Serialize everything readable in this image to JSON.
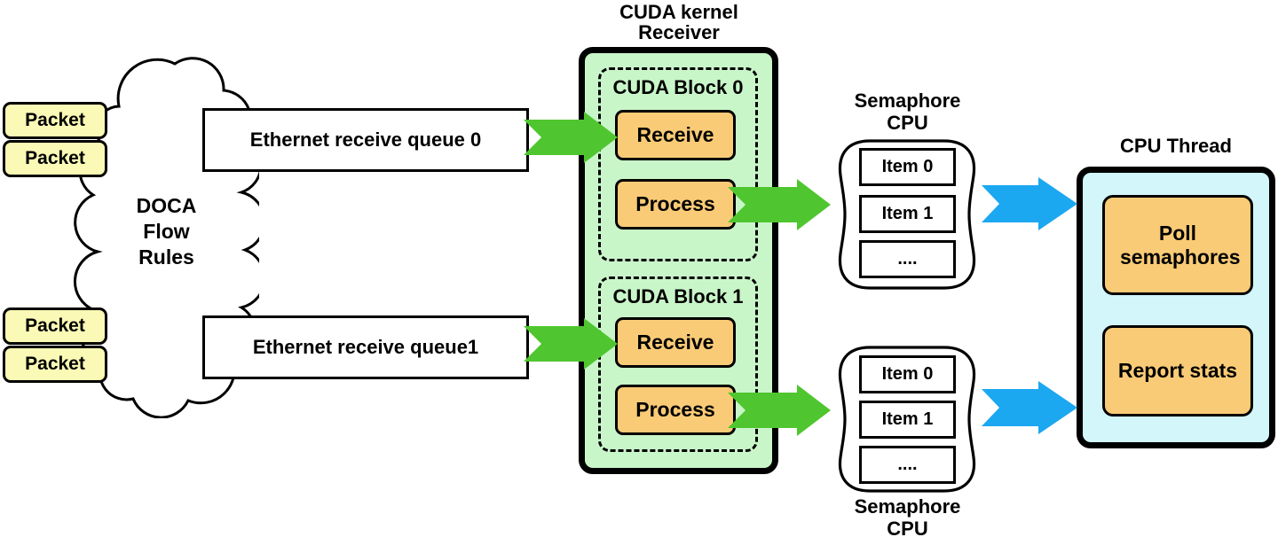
{
  "cloud": {
    "lines": [
      "DOCA",
      "Flow",
      "Rules"
    ]
  },
  "packets": [
    "Packet",
    "Packet",
    "Packet",
    "Packet"
  ],
  "queues": [
    {
      "label": "Ethernet receive queue 0"
    },
    {
      "label": "Ethernet receive queue1"
    }
  ],
  "kernel": {
    "title_lines": [
      "CUDA kernel",
      "Receiver"
    ],
    "blocks": [
      {
        "label": "CUDA Block 0",
        "steps": [
          "Receive",
          "Process"
        ]
      },
      {
        "label": "CUDA Block 1",
        "steps": [
          "Receive",
          "Process"
        ]
      }
    ]
  },
  "semaphores": [
    {
      "label_lines": [
        "Semaphore",
        "CPU"
      ],
      "items": [
        "Item 0",
        "Item 1",
        "...."
      ]
    },
    {
      "label_lines": [
        "Semaphore",
        "CPU"
      ],
      "items": [
        "Item 0",
        "Item 1",
        "...."
      ]
    }
  ],
  "cpu_thread": {
    "title": "CPU Thread",
    "tasks": [
      "Poll semaphores",
      "Report stats"
    ]
  },
  "colors": {
    "packet_fill": "#FAF9B5",
    "kernel_fill": "#C9F6C9",
    "step_fill": "#FACB76",
    "cpu_fill": "#D2F6FA",
    "green_arrow": "#4FC62F",
    "blue_arrow": "#1CA7F1"
  }
}
